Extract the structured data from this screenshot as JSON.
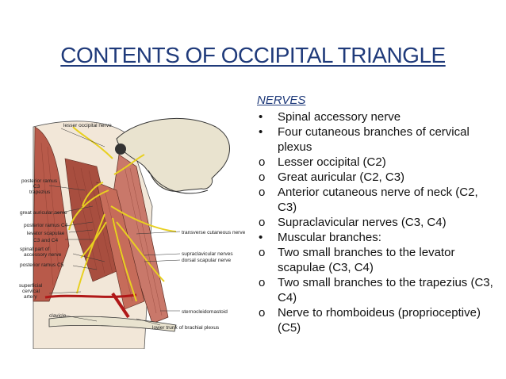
{
  "slide": {
    "title": "CONTENTS OF OCCIPITAL TRIANGLE",
    "title_color": "#1f3a7a"
  },
  "nerves": {
    "heading": "NERVES",
    "items": [
      {
        "marker": "•",
        "text": "Spinal accessory nerve"
      },
      {
        "marker": "•",
        "text": "Four cutaneous branches of cervical plexus"
      },
      {
        "marker": "o",
        "text": "Lesser occipital (C2)"
      },
      {
        "marker": "o",
        "text": "Great auricular (C2, C3)"
      },
      {
        "marker": "o",
        "text": "Anterior cutaneous nerve of neck (C2, C3)"
      },
      {
        "marker": "o",
        "text": "Supraclavicular nerves (C3, C4)"
      },
      {
        "marker": "•",
        "text": "Muscular branches:"
      },
      {
        "marker": "o",
        "text": "Two small branches to the levator scapulae (C3, C4)"
      },
      {
        "marker": "o",
        "text": "Two small branches to the trapezius (C3, C4)"
      },
      {
        "marker": "o",
        "text": "Nerve to rhomboideus (proprioceptive) (C5)"
      }
    ]
  },
  "figure": {
    "labels": {
      "lesser_occipital": "lesser occipital nerve",
      "posterior_ramus_c3": "posterior ramus",
      "c3": "C3",
      "trapezius": "trapezius",
      "great_auricular": "great auricular nerve",
      "posterior_ramus_c4": "posterior ramus C4",
      "levator_scapulae": "levator scapulae",
      "c3_c4": "C3 and C4",
      "spinal_part_accessory_1": "spinal part of",
      "spinal_part_accessory_2": "accessory nerve",
      "posterior_ramus_c5": "posterior ramus C5",
      "superficial_cervical_1": "superficial",
      "superficial_cervical_2": "cervical",
      "superficial_cervical_3": "artery",
      "clavicle": "clavicle",
      "transverse_cutaneous": "transverse cutaneous nerve",
      "supraclavicular": "supraclavicular nerves",
      "dorsal_scapular": "dorsal scapular nerve",
      "sternocleidomastoid": "sternocleidomastoid",
      "lower_trunk": "lower trunk of brachial plexus"
    },
    "colors": {
      "muscle": "#b85a4a",
      "muscle_light": "#d99a84",
      "nerve": "#e8d020",
      "bone": "#e9e3cf",
      "skin": "#f2e7d8",
      "outline": "#333333"
    }
  }
}
